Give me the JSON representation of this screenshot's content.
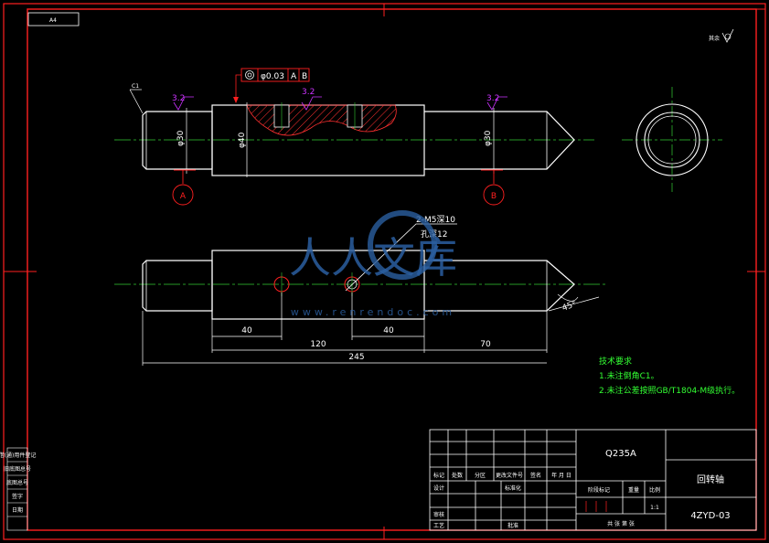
{
  "drawing": {
    "part_number_box": "A4",
    "roughness_note": "其余",
    "material": "Q235A",
    "part_name": "回转轴",
    "drawing_number": "4ZYD-03",
    "scale": "1:1"
  },
  "dimensions": {
    "chamfer": "C1",
    "roughness": "3.2",
    "dia_30_left": "φ30",
    "dia_40": "φ40",
    "dia_30_right": "φ30",
    "datum_a": "A",
    "datum_b": "B",
    "tolerance_value": "φ0.03",
    "tolerance_ref_a": "A",
    "tolerance_ref_b": "B",
    "thread_note_1": "2-M5深10",
    "thread_note_2": "孔深12",
    "len_40_a": "40",
    "len_40_b": "40",
    "len_120": "120",
    "len_70": "70",
    "len_245": "245",
    "angle": "45°"
  },
  "tech_requirements": {
    "title": "技术要求",
    "item1": "1.未注倒角C1。",
    "item2": "2.未注公差按照GB/T1804-M级执行。"
  },
  "title_block": {
    "labels": {
      "mark": "标记",
      "count": "处数",
      "zone": "分区",
      "change_doc": "更改文件号",
      "signature": "签名",
      "date": "年 月 日",
      "design": "设计",
      "standardize": "标准化",
      "review": "审核",
      "process": "工艺",
      "approve": "批准",
      "stage_mark": "阶段标记",
      "weight": "重量",
      "scale_label": "比例",
      "sheets": "共 张 第 张"
    }
  },
  "left_strip": {
    "items": [
      "借(通)用件登记",
      "旧底图总号",
      "底图总号",
      "签字",
      "日期"
    ]
  },
  "watermark": {
    "text": "人人文库",
    "url": "www.renrendoc.com"
  },
  "colors": {
    "border": "#ff2020",
    "outline": "#ffffff",
    "center": "#33cc33",
    "dim": "#ffffff",
    "hatch": "#ff3030",
    "roughness": "#cc33ff"
  }
}
